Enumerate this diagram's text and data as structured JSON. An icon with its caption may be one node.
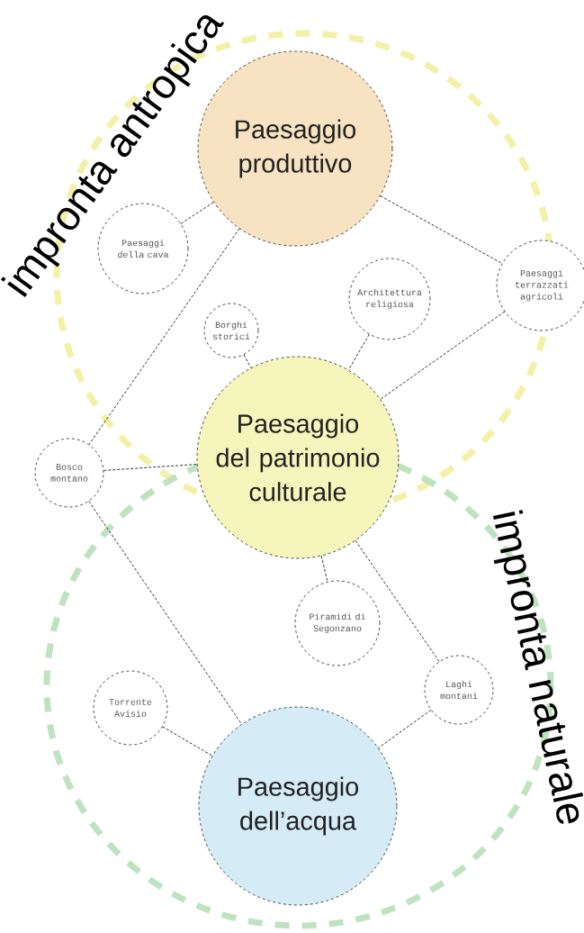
{
  "diagram": {
    "nodes": [
      {
        "text": [
          "impronta antropica"
        ]
      },
      {
        "text": [
          "impronta naturale"
        ]
      },
      {
        "text": [
          "Paesaggio produttivo"
        ],
        "in": 0
      },
      {
        "text": [
          "Paesaggi della cava"
        ],
        "in": 0
      },
      {
        "text": [
          "Paesaggi terrazzati agricoli"
        ]
      },
      {
        "text": [
          "Architettura religiosa"
        ],
        "in": 0
      },
      {
        "text": [
          "Borghi storici"
        ],
        "in": 0
      },
      {
        "text": [
          "Paesaggio del patrimonio culturale"
        ]
      },
      {
        "text": [
          "Bosco montano"
        ]
      },
      {
        "text": [
          "Piramidi di Segonzano"
        ],
        "in": 1
      },
      {
        "text": [
          "Laghi montani"
        ],
        "in": 1
      },
      {
        "text": [
          "Torrente Avisio"
        ],
        "in": 1
      },
      {
        "text": [
          "Paesaggio dell’acqua"
        ],
        "in": 1
      }
    ],
    "edges": [
      {
        "from": 3,
        "to": 2,
        "arrow": "none"
      },
      {
        "from": 2,
        "to": 4,
        "arrow": "none"
      },
      {
        "from": 2,
        "to": 8,
        "arrow": "none"
      },
      {
        "from": 6,
        "to": 7,
        "arrow": "none"
      },
      {
        "from": 5,
        "to": 7,
        "arrow": "none"
      },
      {
        "from": 4,
        "to": 7,
        "arrow": "none"
      },
      {
        "from": 8,
        "to": 7,
        "arrow": "none"
      },
      {
        "from": 8,
        "to": 12,
        "arrow": "none"
      },
      {
        "from": 7,
        "to": 9,
        "arrow": "none"
      },
      {
        "from": 7,
        "to": 10,
        "arrow": "none"
      },
      {
        "from": 11,
        "to": 12,
        "arrow": "none"
      },
      {
        "from": 10,
        "to": 12,
        "arrow": "none"
      }
    ]
  }
}
